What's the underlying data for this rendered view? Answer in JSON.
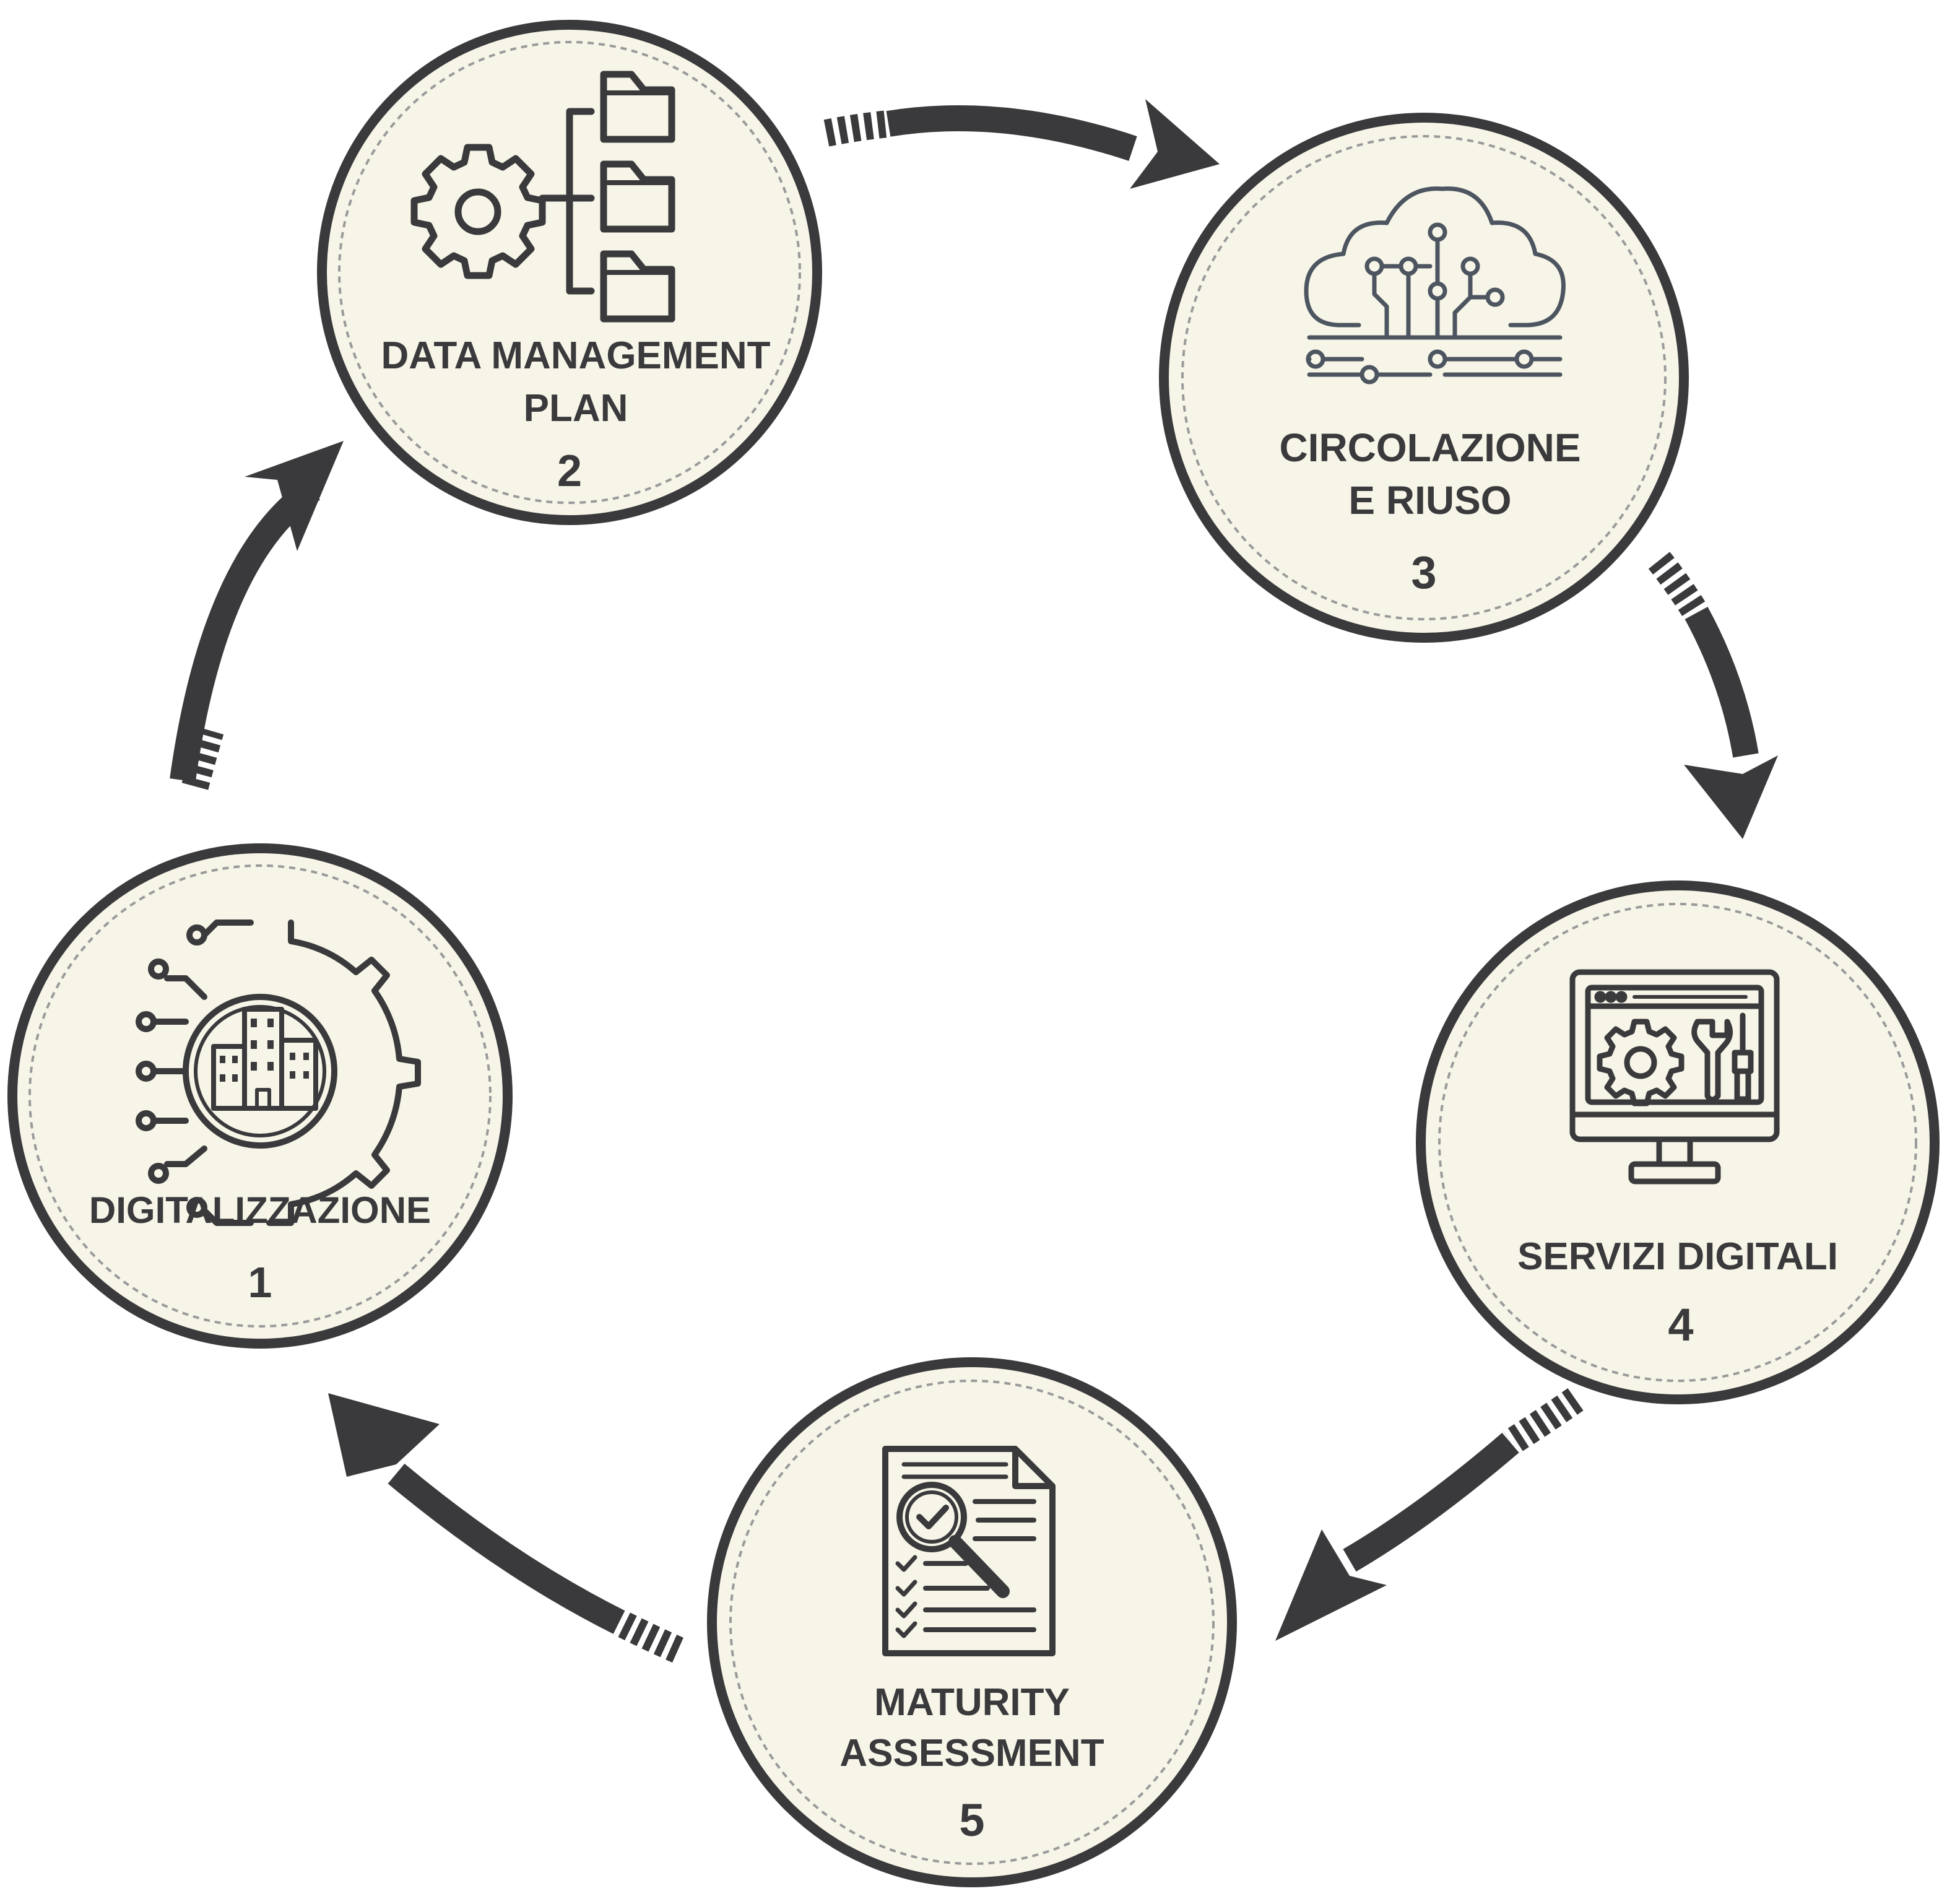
{
  "colors": {
    "circle_fill": "#f7f5e8",
    "circle_stroke": "#3a3a3c",
    "dashed_ring": "#9a9a9a",
    "arrow": "#3a3a3c",
    "icon_dark": "#3a3a3c",
    "icon_slate": "#4c5560"
  },
  "nodes": [
    {
      "id": "digitalizzazione",
      "lines": [
        "DIGITALIZZAZIONE"
      ],
      "number": "1",
      "icon": "digital-city-gear-icon"
    },
    {
      "id": "data-management-plan",
      "lines": [
        "DATA MANAGEMENT",
        "PLAN"
      ],
      "number": "2",
      "icon": "gear-folder-tree-icon"
    },
    {
      "id": "circolazione-e-riuso",
      "lines": [
        "CIRCOLAZIONE",
        "E RIUSO"
      ],
      "number": "3",
      "icon": "cloud-circuit-icon"
    },
    {
      "id": "servizi-digitali",
      "lines": [
        "SERVIZI DIGITALI"
      ],
      "number": "4",
      "icon": "monitor-tools-icon"
    },
    {
      "id": "maturity-assessment",
      "lines": [
        "MATURITY",
        "ASSESSMENT"
      ],
      "number": "5",
      "icon": "document-magnifier-icon"
    }
  ],
  "arrows": [
    {
      "from": "1",
      "to": "2"
    },
    {
      "from": "2",
      "to": "3"
    },
    {
      "from": "3",
      "to": "4"
    },
    {
      "from": "4",
      "to": "5"
    },
    {
      "from": "5",
      "to": "1"
    }
  ]
}
